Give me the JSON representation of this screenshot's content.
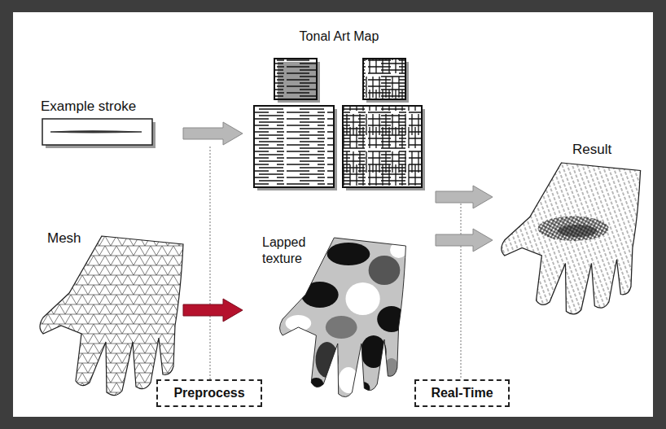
{
  "diagram": {
    "nodes": [
      {
        "text": [
          "Example stroke"
        ]
      },
      {
        "text": [
          "Tonal Art Map"
        ]
      },
      {
        "text": [
          "Mesh"
        ]
      },
      {
        "text": [
          "Lapped texture"
        ]
      },
      {
        "text": [
          "Result"
        ]
      },
      {
        "text": [
          "Preprocess"
        ]
      },
      {
        "text": [
          "Real-Time"
        ]
      }
    ],
    "edges": [
      {
        "from": 0,
        "to": 1,
        "arrow": "to"
      },
      {
        "from": 2,
        "to": 3,
        "arrow": "to"
      },
      {
        "from": 1,
        "to": 4,
        "arrow": "to"
      },
      {
        "from": 3,
        "to": 4,
        "arrow": "to"
      }
    ]
  }
}
